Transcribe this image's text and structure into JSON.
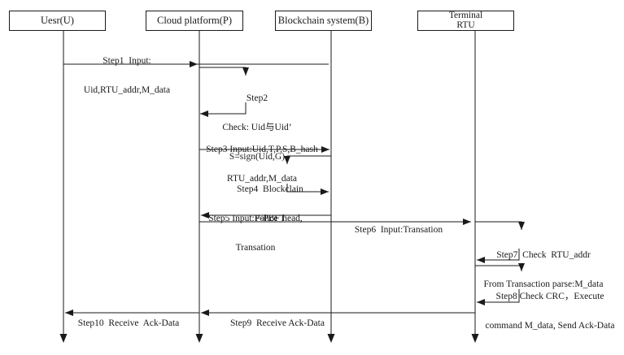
{
  "colors": {
    "ink": "#1a1a1a",
    "background": "#ffffff"
  },
  "diagram": {
    "type": "sequence-diagram",
    "actors": [
      {
        "id": "user",
        "lines": [
          "Uesr(U)"
        ]
      },
      {
        "id": "cloud-platform",
        "lines": [
          "Cloud platform(P)"
        ]
      },
      {
        "id": "blockchain-system",
        "lines": [
          "Blockchain system(B)"
        ]
      },
      {
        "id": "terminal-rtu",
        "lines": [
          "Terminal",
          "RTU"
        ]
      }
    ],
    "messages": [
      {
        "step": "Step1",
        "from": "user",
        "to": "cloud-platform",
        "lines": [
          "Step1  Input:",
          "Uid,RTU_addr,M_data"
        ]
      },
      {
        "step": "Step2",
        "self": "cloud-platform",
        "lines": [
          "Step2",
          "Check: Uid与Uid’",
          "S=sign(Uid,G)"
        ]
      },
      {
        "step": "Step3",
        "from": "cloud-platform",
        "to": "blockchain-system",
        "lines": [
          "Step3 Input:Uid,T,P,S,B_hash",
          "RTU_addr,M_data"
        ]
      },
      {
        "step": "Step4",
        "self": "blockchain-system",
        "lines": [
          "Step4  Blockclain",
          "F-PBFT"
        ]
      },
      {
        "step": "Step5",
        "from": "blockchain-system",
        "to": "cloud-platform",
        "lines": [
          "Step5 Input:Police_head,",
          "Transation"
        ]
      },
      {
        "step": "Step6",
        "from": "cloud-platform",
        "to": "terminal-rtu",
        "lines": [
          "Step6  Input:Transation"
        ]
      },
      {
        "step": "Step7",
        "self": "terminal-rtu",
        "lines": [
          "Step7  Check  RTU_addr",
          "From Transaction parse:M_data"
        ]
      },
      {
        "step": "Step8",
        "self": "terminal-rtu",
        "lines": [
          "Step8 Check CRC，Execute",
          "command M_data, Send Ack-Data"
        ]
      },
      {
        "step": "Step9",
        "from": "terminal-rtu",
        "to": "cloud-platform",
        "lines": [
          "Step9  Receive Ack-Data"
        ]
      },
      {
        "step": "Step10",
        "from": "cloud-platform",
        "to": "user",
        "lines": [
          "Step10  Receive  Ack-Data"
        ]
      }
    ]
  }
}
